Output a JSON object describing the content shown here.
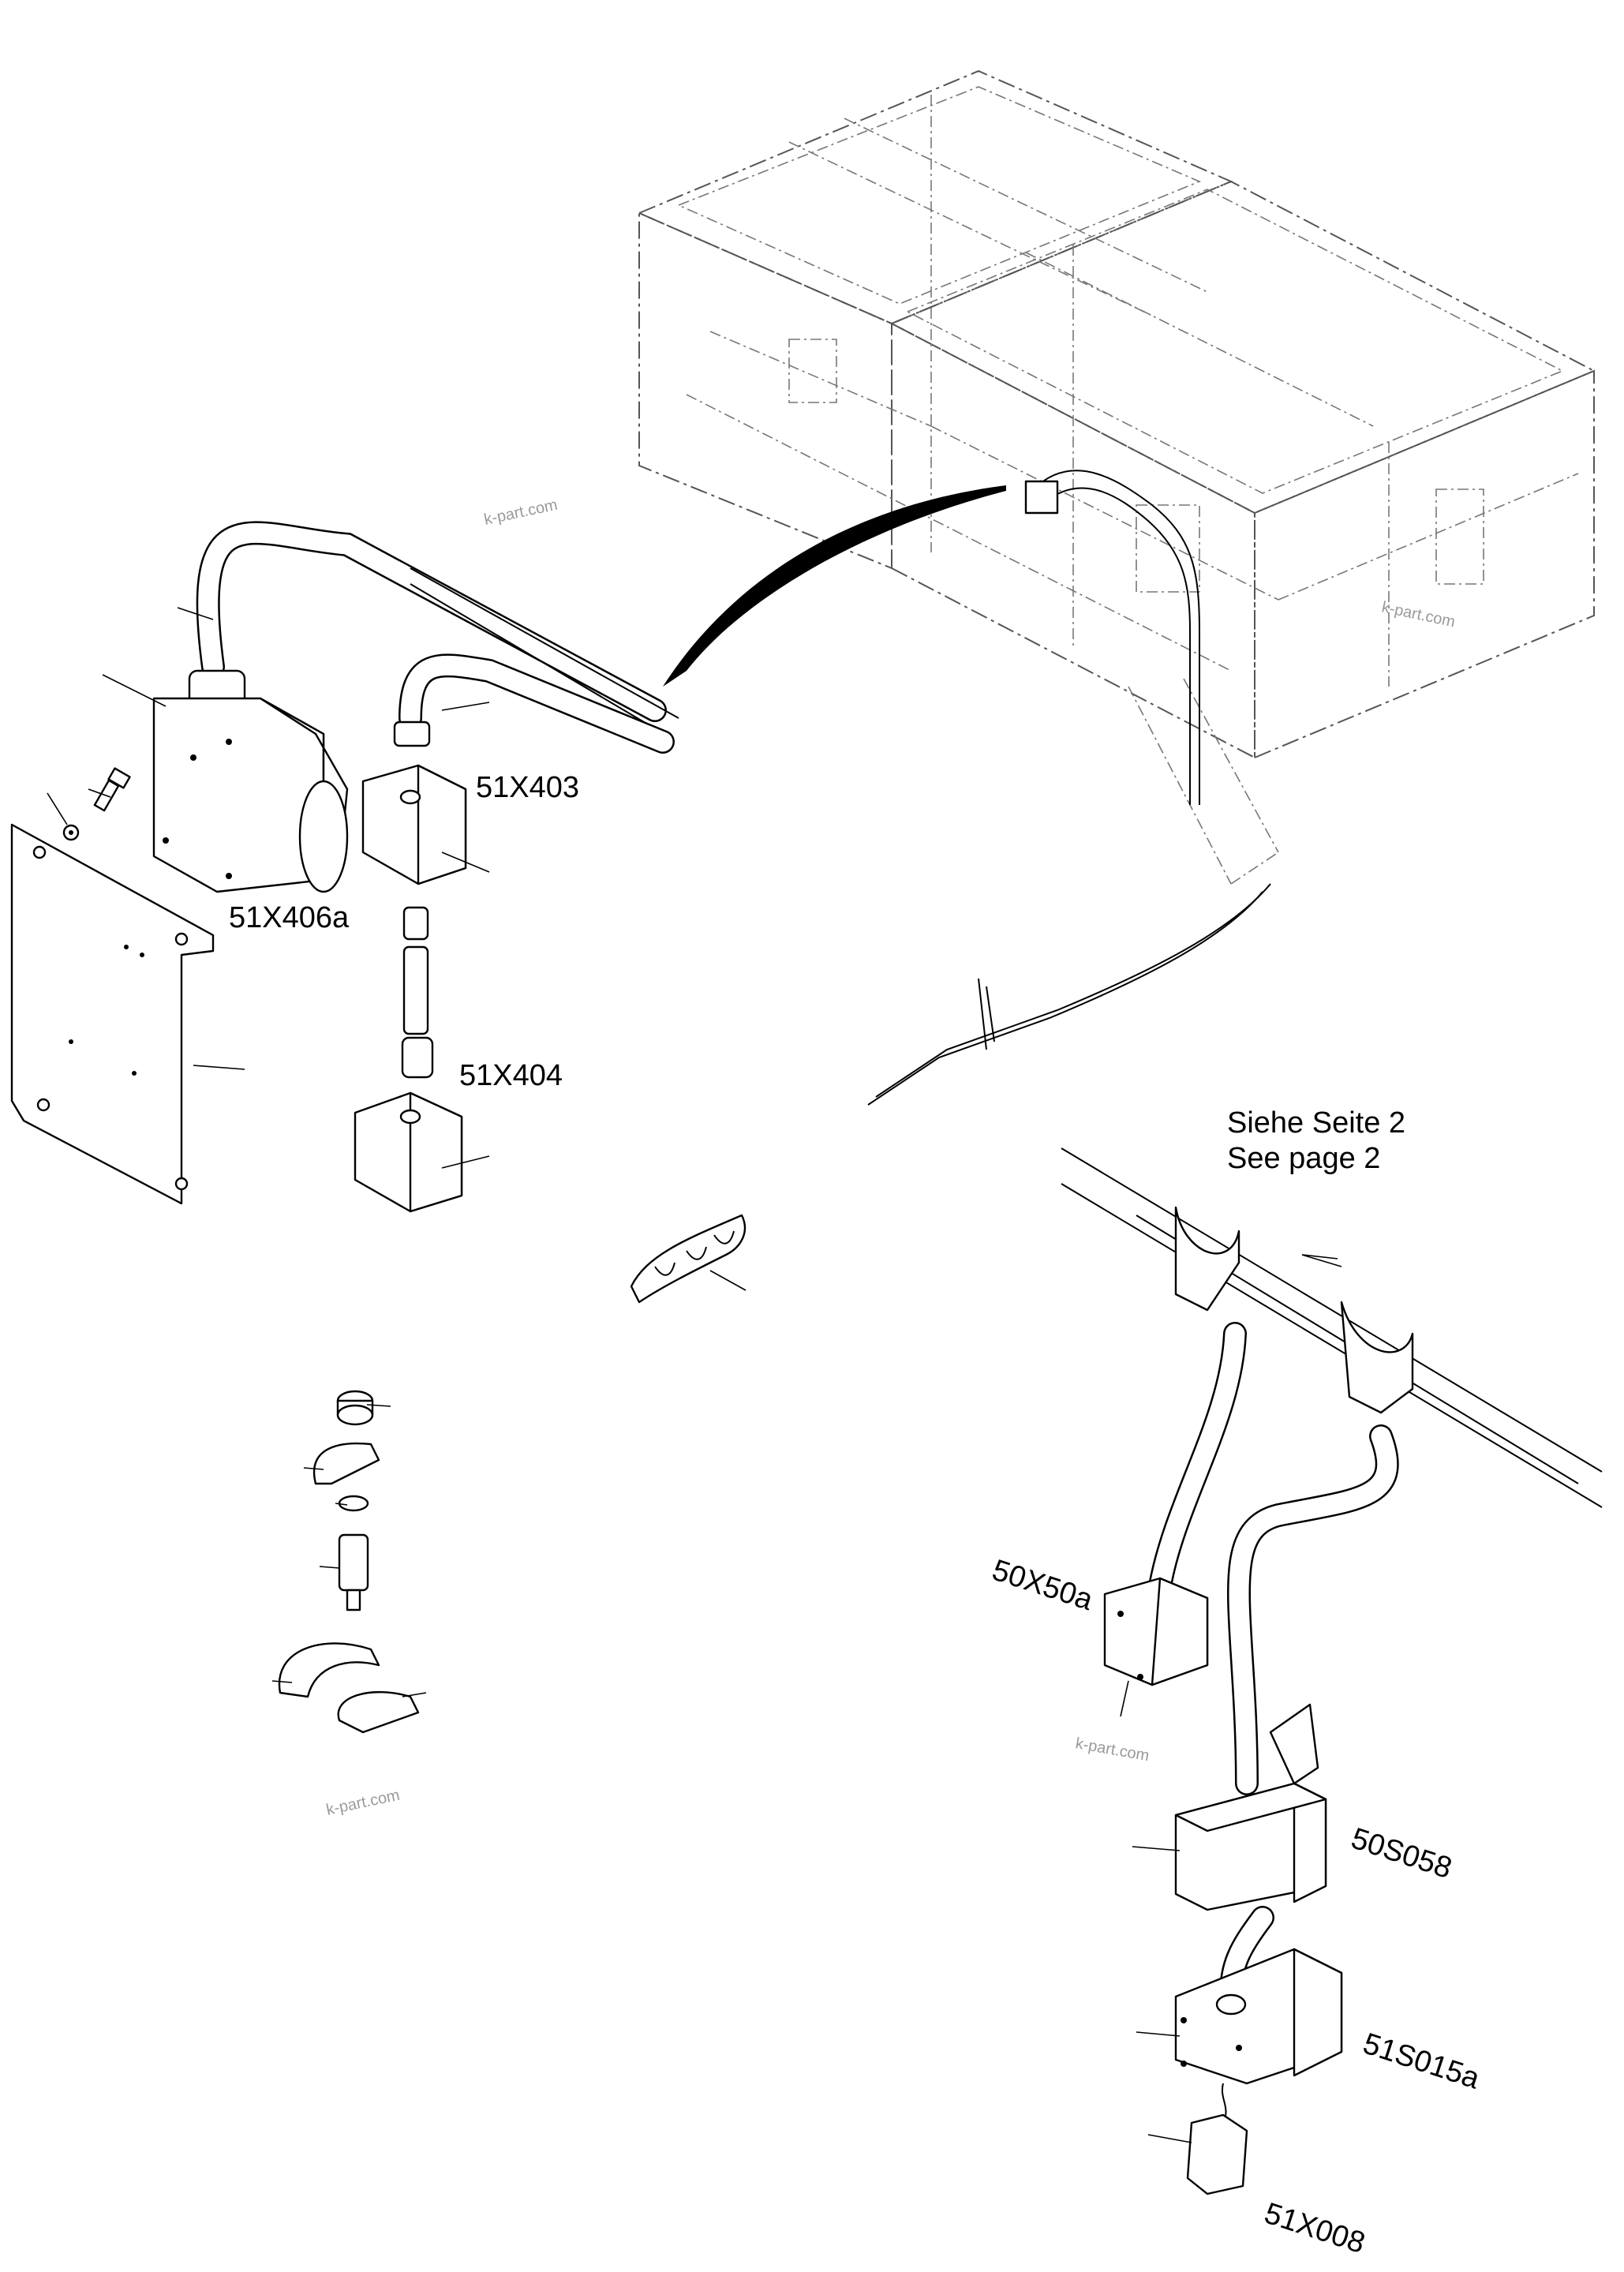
{
  "labels": {
    "conn_51x403": "51X403",
    "conn_51x406a": "51X406a",
    "conn_51x404": "51X404",
    "see_page_de": "Siehe Seite 2",
    "see_page_en": "See page 2",
    "conn_50x50a": "50X50a",
    "switch_50s058": "50S058",
    "switch_51s015a": "51S015a",
    "conn_51x008": "51X008"
  },
  "watermarks": [
    "k-part.com",
    "k-part.com",
    "k-part.com",
    "k-part.com"
  ],
  "colors": {
    "line": "#000000",
    "frame": "#555555",
    "watermark": "#9a9a9a"
  }
}
